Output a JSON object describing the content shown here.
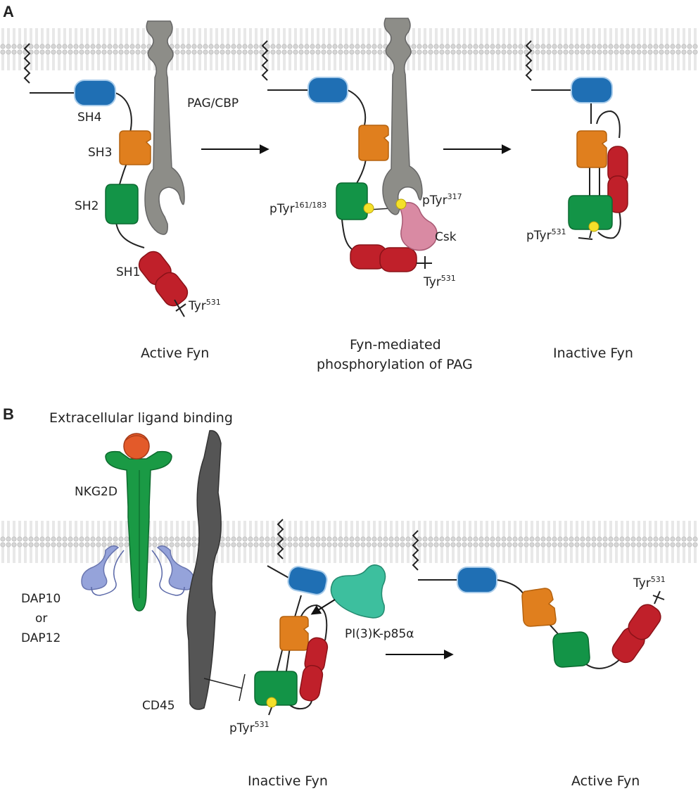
{
  "panel_a": {
    "letter": "A",
    "labels": {
      "sh4": "SH4",
      "sh3": "SH3",
      "sh2": "SH2",
      "sh1": "SH1",
      "pag_cbp": "PAG/CBP",
      "csk": "Csk"
    },
    "tyr_base": "Tyr",
    "ptyr_base": "pTyr",
    "sup_531": "531",
    "sup_161_183": "161/183",
    "sup_317": "317",
    "captions": {
      "left": "Active Fyn",
      "middle_line1": "Fyn-mediated",
      "middle_line2": "phosphorylation of PAG",
      "right": "Inactive Fyn"
    }
  },
  "panel_b": {
    "letter": "B",
    "title": "Extracellular ligand binding",
    "labels": {
      "nkg2d": "NKG2D",
      "dap10": "DAP10",
      "or": "or",
      "dap12": "DAP12",
      "cd45": "CD45",
      "pi3k_base": "PI(3)K-p85",
      "pi3k_greek": "α"
    },
    "tyr_base": "Tyr",
    "ptyr_base": "pTyr",
    "sup_531": "531",
    "captions": {
      "left": "Inactive Fyn",
      "right": "Active Fyn"
    }
  },
  "colors": {
    "sh4": "#1f6fb4",
    "sh3": "#e07f1e",
    "sh2": "#139447",
    "sh1": "#c0202a",
    "pag": "#8d8d88",
    "csk": "#d98aa3",
    "nkg2d": "#1a9a45",
    "ligand": "#e35a2a",
    "dap": "#8a9ad6",
    "cd45": "#555555",
    "pi3k": "#3dbf9e",
    "phospho": "#f4e02a"
  }
}
